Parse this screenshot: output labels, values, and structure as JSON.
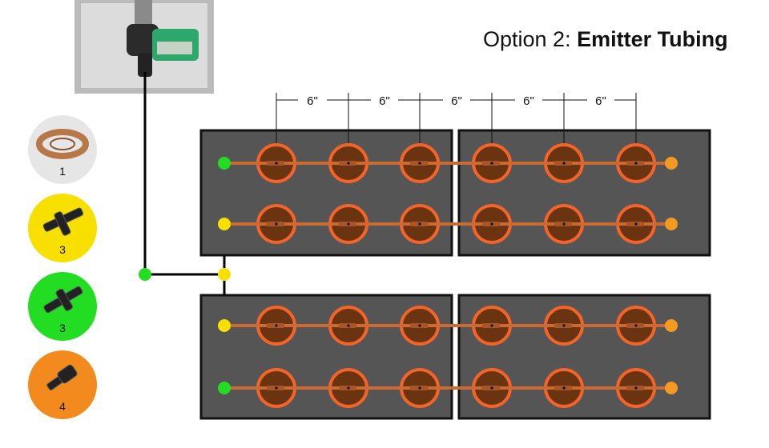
{
  "title": {
    "prefix": "Option 2: ",
    "emphasis": "Emitter Tubing"
  },
  "spacing_labels": [
    "6\"",
    "6\"",
    "6\"",
    "6\"",
    "6\""
  ],
  "legend": [
    {
      "icon": "tubing-coil-icon",
      "count": "1",
      "color": "#e6e6e6"
    },
    {
      "icon": "tee-fitting-icon",
      "count": "3",
      "color": "#f7e000"
    },
    {
      "icon": "elbow-tee-fitting-icon",
      "count": "3",
      "color": "#22dd22"
    },
    {
      "icon": "end-plug-icon",
      "count": "4",
      "color": "#f28a1e"
    }
  ],
  "colors": {
    "bed": "#555555",
    "pot_fill": "#6b3410",
    "pot_ring": "#f2642a",
    "tubing": "#cc6a33",
    "supply_line": "#000000",
    "fitting_yellow": "#f7e000",
    "fitting_green": "#22dd22",
    "end_plug": "#f59a20"
  }
}
